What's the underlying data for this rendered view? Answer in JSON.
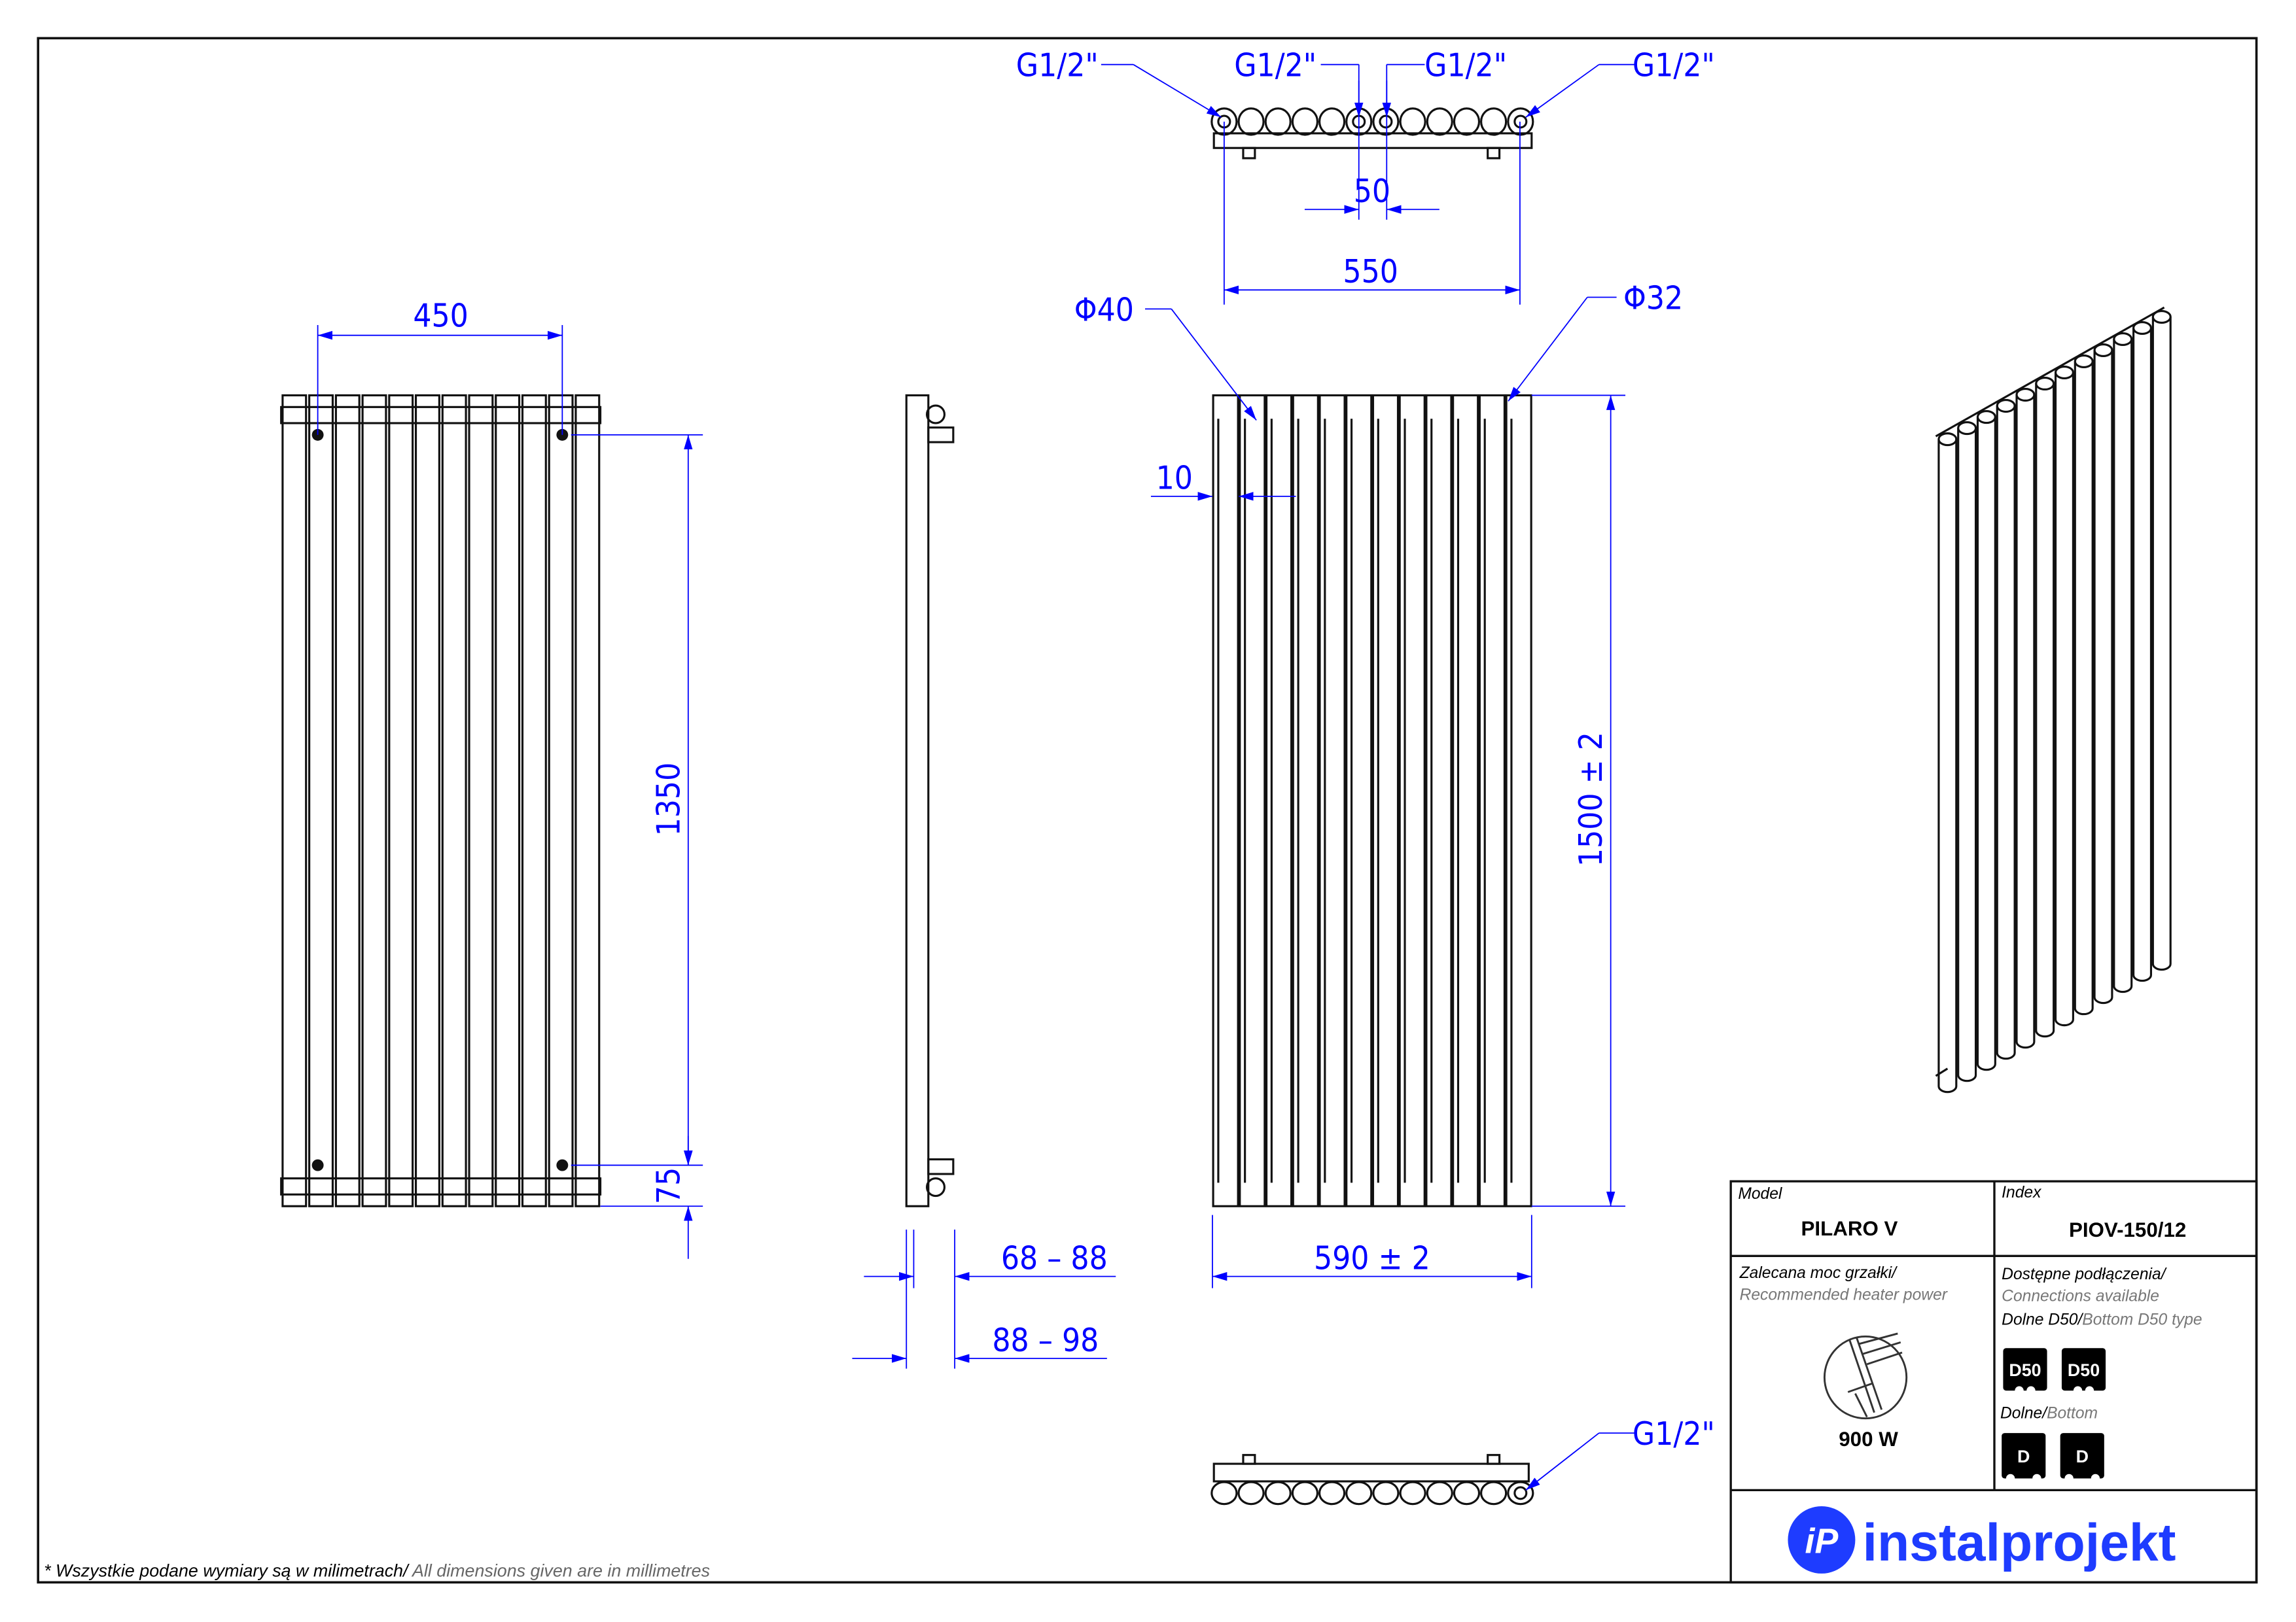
{
  "dimensions": {
    "front_width": "450",
    "front_height": "1350",
    "front_bottom": "75",
    "depth_1": "68 – 88",
    "depth_2": "88 – 98",
    "tube_gap": "10",
    "tube_outer": "Φ40",
    "tube_inner": "Φ32",
    "height": "1500  ± 2",
    "width": "590  ± 2",
    "top_spacing": "550",
    "center_spacing": "50"
  },
  "connections": [
    "G1/2\"",
    "G1/2\"",
    "G1/2\"",
    "G1/2\"",
    "G1/2\""
  ],
  "title_block": {
    "model_label": "Model",
    "model_value": "PILARO V",
    "index_label": "Index",
    "index_value": "PIOV-150/12",
    "heater_label_pl": "Zalecana moc grzałki/",
    "heater_label_en": "Recommended heater power",
    "heater_value": "900 W",
    "conn_label_pl": "Dostępne podłączenia/",
    "conn_label_en": "Connections available",
    "conn_type1_pl": "Dolne D50/",
    "conn_type1_en": "Bottom D50 type",
    "conn_badge1": "D50",
    "conn_type2_pl": "Dolne/",
    "conn_type2_en": "Bottom",
    "conn_badge2": "D",
    "brand": "instalprojekt",
    "brand_logo": "iP"
  },
  "footnote": {
    "pl": "* Wszystkie podane wymiary są w milimetrach/",
    "en": " All dimensions given are in millimetres"
  },
  "colors": {
    "dimension": "#0000ff",
    "brand": "#1e3cff"
  }
}
